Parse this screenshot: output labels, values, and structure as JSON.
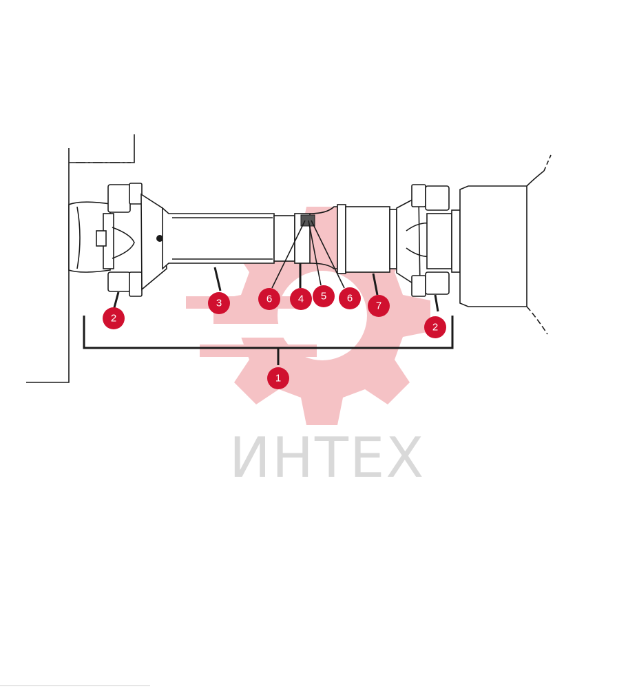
{
  "watermark": {
    "text": "ИНТЕХ",
    "color": "#d9d9d9",
    "gear_color": "#f4b8bc"
  },
  "callout_color": "#d0102f",
  "callouts": [
    {
      "id": "callout-1",
      "label": "1"
    },
    {
      "id": "callout-2-left",
      "label": "2"
    },
    {
      "id": "callout-2-right",
      "label": "2"
    },
    {
      "id": "callout-3",
      "label": "3"
    },
    {
      "id": "callout-4",
      "label": "4"
    },
    {
      "id": "callout-5",
      "label": "5"
    },
    {
      "id": "callout-6-left",
      "label": "6"
    },
    {
      "id": "callout-6-right",
      "label": "6"
    },
    {
      "id": "callout-7",
      "label": "7"
    }
  ]
}
